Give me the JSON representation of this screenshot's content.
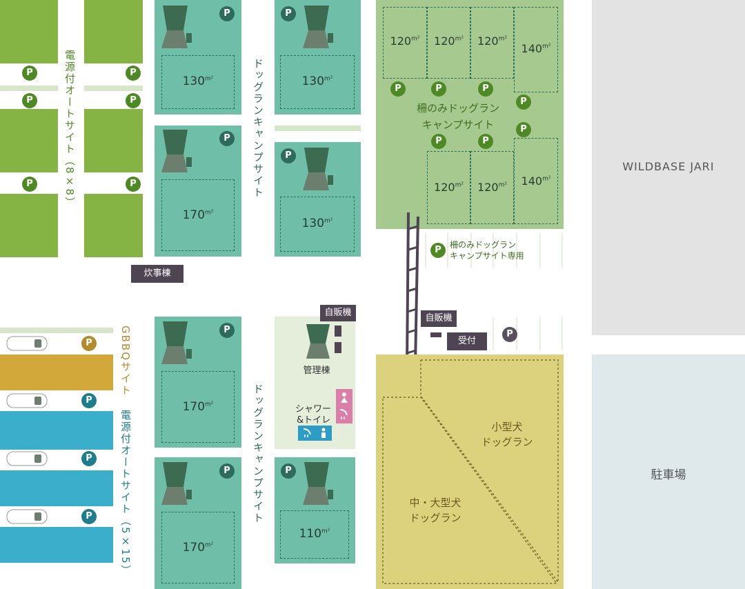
{
  "labels": {
    "wildbase": "WILDBASE JARI",
    "parking": "駐車場",
    "auto_site_8x8": "電源付オートサイト（8×8）",
    "dogrun_camp_top": "ドッグランキャンプサイト",
    "dogrun_camp_bottom": "ドッグランキャンプサイト",
    "fence_dogrun_line1": "柵のみドッグラン",
    "fence_dogrun_line2": "キャンプサイト",
    "fence_parking_line1": "柵のみドッグラン",
    "fence_parking_line2": "キャンプサイト専用",
    "kitchen": "炊事棟",
    "vending1": "自販機",
    "vending2": "自販機",
    "reception": "受付",
    "office": "管理棟",
    "shower_toilet_line1": "シャワー",
    "shower_toilet_line2": "&トイレ",
    "gbbq": "GBBQサイト",
    "auto_site_5x15": "電源付オートサイト（5×15）",
    "small_dog_line1": "小型犬",
    "small_dog_line2": "ドッグラン",
    "large_dog_line1": "中・大型犬",
    "large_dog_line2": "ドッグラン"
  },
  "parking_mark": "P",
  "plot_areas": {
    "a": "130",
    "b": "130",
    "c": "170",
    "d": "130",
    "e": "170",
    "f": "170",
    "g": "110",
    "h1": "120",
    "h2": "120",
    "h3": "120",
    "h4": "140",
    "i1": "120",
    "i2": "120",
    "i3": "140"
  },
  "area_unit": "m²",
  "colors": {
    "auto_site": "#86b444",
    "dogrun_site": "#6fbfa8",
    "fence_site": "#a6c98f",
    "gbbq": "#d3a83a",
    "auto_site_5x15": "#3aaecb",
    "dogrun_field": "#dcd27e",
    "building": "#4f4452",
    "wildbase": "#e3e3e3",
    "parking": "#dfe8ea"
  }
}
